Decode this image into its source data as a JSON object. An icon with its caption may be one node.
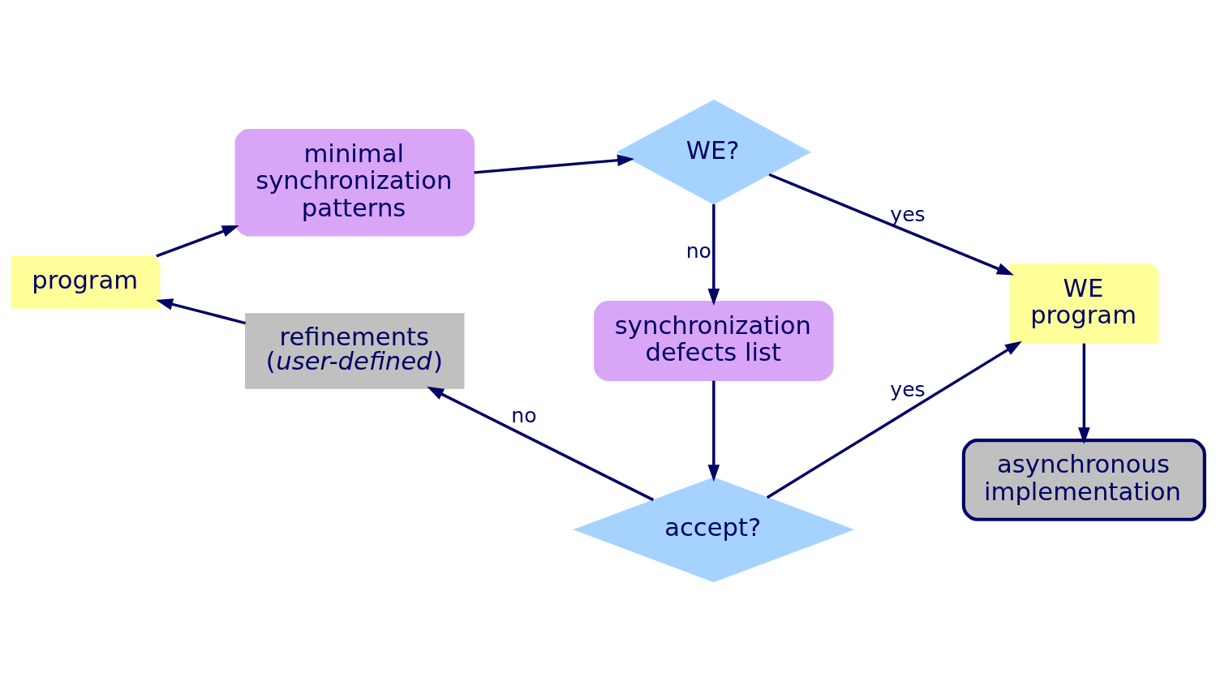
{
  "diagram": {
    "nodes": [
      {
        "text": [
          "program"
        ]
      },
      {
        "text": [
          "minimal synchronization patterns"
        ]
      },
      {
        "text": [
          "WE?"
        ]
      },
      {
        "text": [
          "WE program"
        ]
      },
      {
        "text": [
          "asynchronous implementation"
        ]
      },
      {
        "text": [
          "synchronization defects list"
        ]
      },
      {
        "text": [
          "accept?"
        ]
      },
      {
        "text": [
          "refinements (*user-defined*)"
        ]
      }
    ],
    "edges": [
      {
        "from": 0,
        "to": 1,
        "arrow": "to"
      },
      {
        "from": 1,
        "to": 2,
        "arrow": "to"
      },
      {
        "from": 2,
        "to": 3,
        "arrow": "to",
        "label": "yes"
      },
      {
        "from": 2,
        "to": 5,
        "arrow": "to",
        "label": "no"
      },
      {
        "from": 3,
        "to": 4,
        "arrow": "to"
      },
      {
        "from": 5,
        "to": 6,
        "arrow": "to"
      },
      {
        "from": 6,
        "to": 7,
        "arrow": "to",
        "label": "no"
      },
      {
        "from": 6,
        "to": 3,
        "arrow": "to",
        "label": "yes"
      },
      {
        "from": 7,
        "to": 0,
        "arrow": "to"
      }
    ]
  }
}
